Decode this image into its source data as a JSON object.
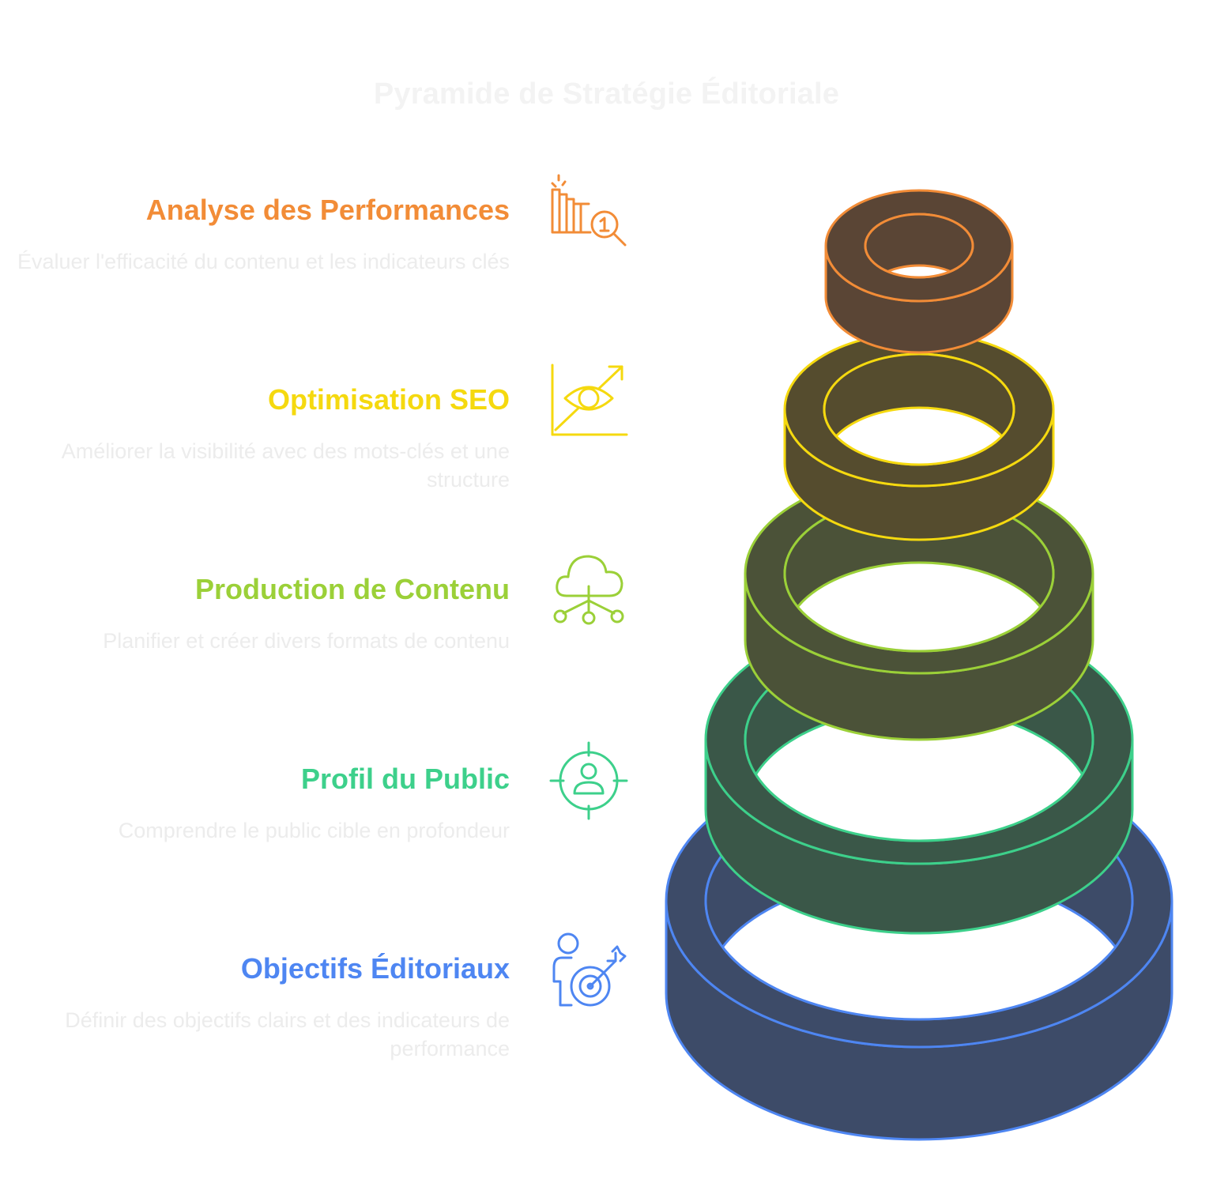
{
  "title": "Pyramide de Stratégie Éditoriale",
  "levels": [
    {
      "title": "Analyse des Performances",
      "description": "Évaluer l'efficacité du contenu et les indicateurs clés",
      "icon": "performance-analysis-icon",
      "color": "#f28c37",
      "fill": "#5a4535"
    },
    {
      "title": "Optimisation SEO",
      "description": "Améliorer la visibilité avec des mots-clés et une structure",
      "icon": "seo-eye-growth-icon",
      "color": "#f5d90f",
      "fill": "#554c2e"
    },
    {
      "title": "Production de Contenu",
      "description": "Planifier et créer divers formats de contenu",
      "icon": "cloud-network-icon",
      "color": "#9bd038",
      "fill": "#4b5238"
    },
    {
      "title": "Profil du Public",
      "description": "Comprendre le public cible en profondeur",
      "icon": "audience-target-icon",
      "color": "#3dd08b",
      "fill": "#3a5748"
    },
    {
      "title": "Objectifs Éditoriaux",
      "description": "Définir des objectifs clairs et des indicateurs de performance",
      "icon": "person-target-goal-icon",
      "color": "#4e86f2",
      "fill": "#3d4b68"
    }
  ]
}
